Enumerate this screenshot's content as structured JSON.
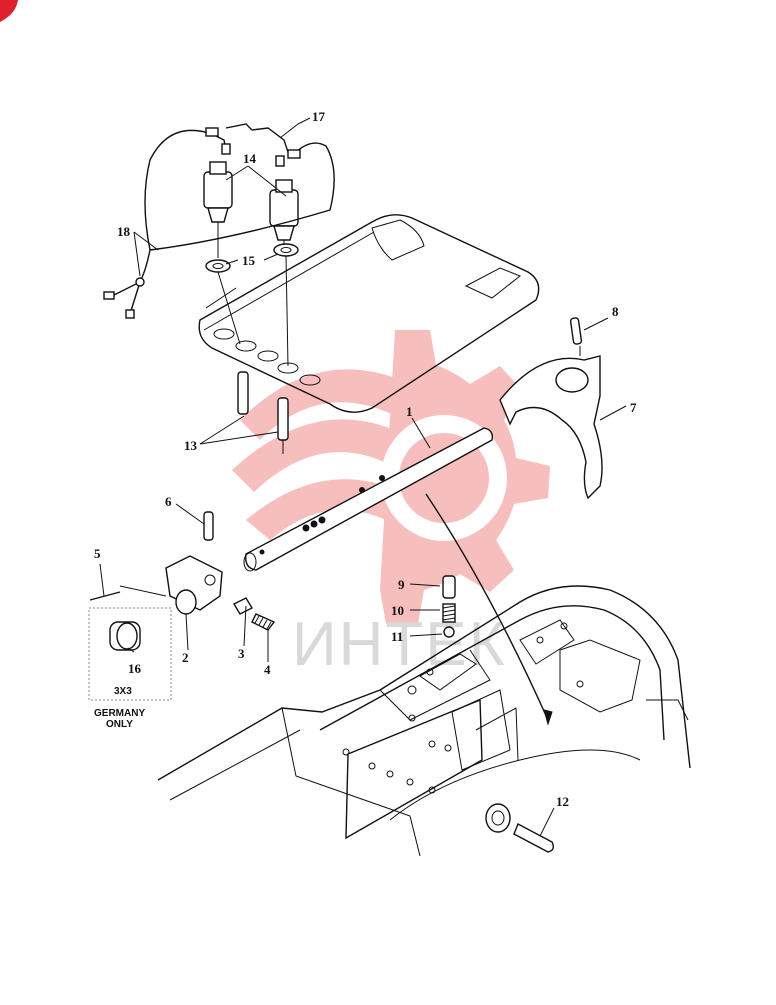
{
  "watermark": {
    "text": "ИНТЕК",
    "color": "#f28a8a"
  },
  "callouts": {
    "c1": "1",
    "c2": "2",
    "c3": "3",
    "c4": "4",
    "c5": "5",
    "c6": "6",
    "c7": "7",
    "c8": "8",
    "c9": "9",
    "c10": "10",
    "c11": "11",
    "c12": "12",
    "c13": "13",
    "c14": "14",
    "c15": "15",
    "c16": "16",
    "c17": "17",
    "c18": "18"
  },
  "inset": {
    "qty": "3X3",
    "note_line1": "GERMANY",
    "note_line2": "ONLY"
  }
}
